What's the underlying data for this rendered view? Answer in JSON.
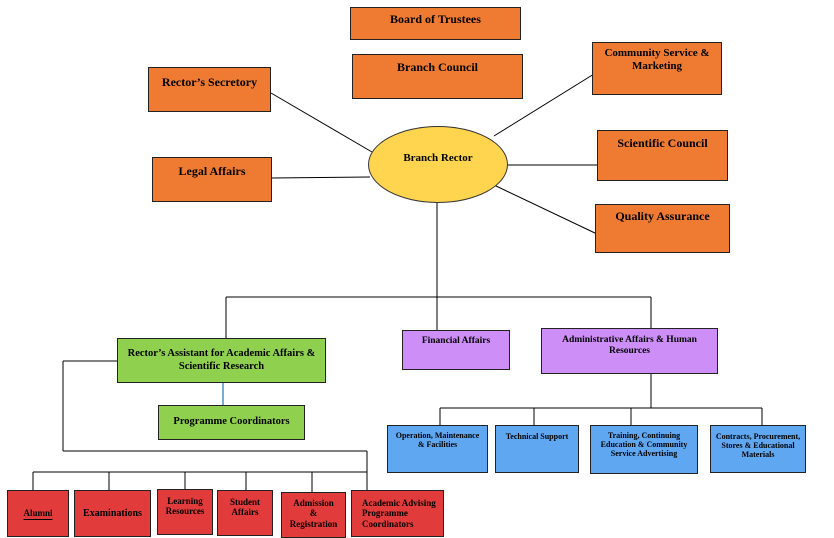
{
  "nodes": {
    "board_of_trustees": "Board of Trustees",
    "branch_council": "Branch Council",
    "rectors_secretary": "Rector’s Secretory",
    "community_service": "Community Service & Marketing",
    "branch_rector": "Branch Rector",
    "scientific_council": "Scientific Council",
    "legal_affairs": "Legal Affairs",
    "quality_assurance": "Quality Assurance",
    "rectors_assistant": "Rector’s Assistant for Academic Affairs & Scientific Research",
    "financial_affairs": "Financial Affairs",
    "administrative_affairs": "Administrative Affairs & Human Resources",
    "programme_coordinators": "Programme Coordinators",
    "operation_maintenance": "Operation, Maintenance & Facilities",
    "technical_support": "Technical Support",
    "training_continuing": "Training, Continuing Education & Community Service Advertising",
    "contracts_procurement": "Contracts, Procurement, Stores & Educational Materials",
    "alumni": "Alumni",
    "examinations": "Examinations",
    "learning_resources": "Learning Resources",
    "student_affairs": "Student Affairs",
    "admission_registration": "Admission & Registration",
    "academic_advising": "Academic Advising Programme Coordinators"
  },
  "colors": {
    "leadership": "#ef7a32",
    "rector": "#ffd54f",
    "academic": "#8fd14f",
    "finance_admin": "#cd8ef7",
    "admin_units": "#60a7f2",
    "academic_units": "#e23b3b"
  }
}
